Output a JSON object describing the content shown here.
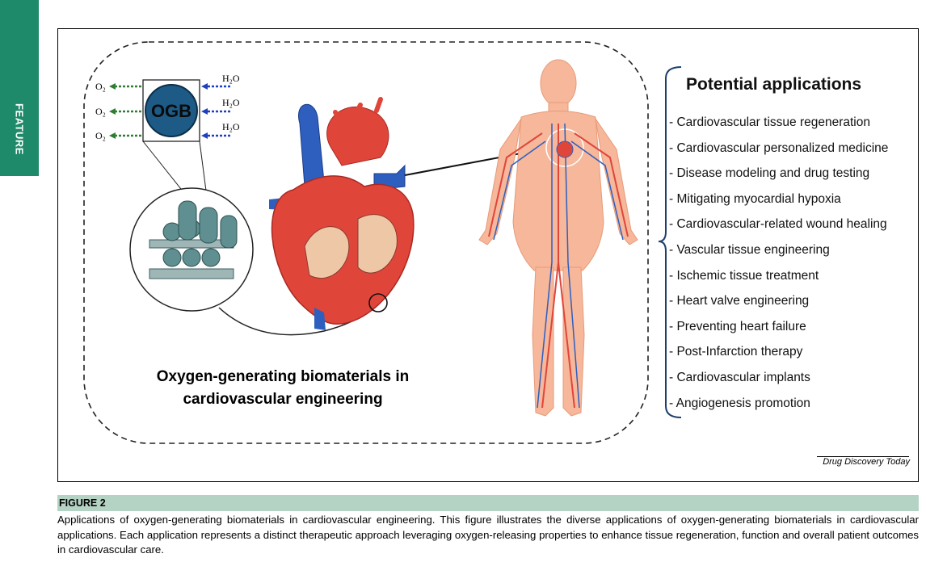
{
  "side_tab": {
    "label": "FEATURE",
    "color": "#1f8a6a"
  },
  "figure": {
    "inner_title": "Oxygen-generating biomaterials in cardiovascular engineering",
    "ogb_label": "OGB",
    "o2_labels": [
      "O₂",
      "O₂",
      "O₂"
    ],
    "h2o_labels": [
      "H₂O",
      "H₂O",
      "H₂O"
    ],
    "applications_title": "Potential applications",
    "applications": [
      "- Cardiovascular tissue regeneration",
      "- Cardiovascular personalized medicine",
      "- Disease modeling and drug testing",
      "- Mitigating myocardial hypoxia",
      "- Cardiovascular-related wound healing",
      "- Vascular tissue engineering",
      "- Ischemic tissue treatment",
      "- Heart valve engineering",
      "- Preventing heart failure",
      "- Post-Infarction therapy",
      "- Cardiovascular implants",
      "- Angiogenesis promotion"
    ],
    "journal": "Drug Discovery Today",
    "colors": {
      "ogb_fill": "#1d5a85",
      "o2_arrow": "#2e7d32",
      "h2o_arrow": "#1f3fbf",
      "heart_red": "#e0453a",
      "heart_blue": "#2e5fbf",
      "body_skin": "#f6b79a",
      "scaffold": "#5f8f90"
    }
  },
  "figure_label": "FIGURE 2",
  "caption": "Applications of oxygen-generating biomaterials in cardiovascular engineering. This figure illustrates the diverse applications of oxygen-generating biomaterials in cardiovascular applications. Each application represents a distinct therapeutic approach leveraging oxygen-releasing properties to enhance tissue regeneration, function and overall patient outcomes in cardiovascular care."
}
